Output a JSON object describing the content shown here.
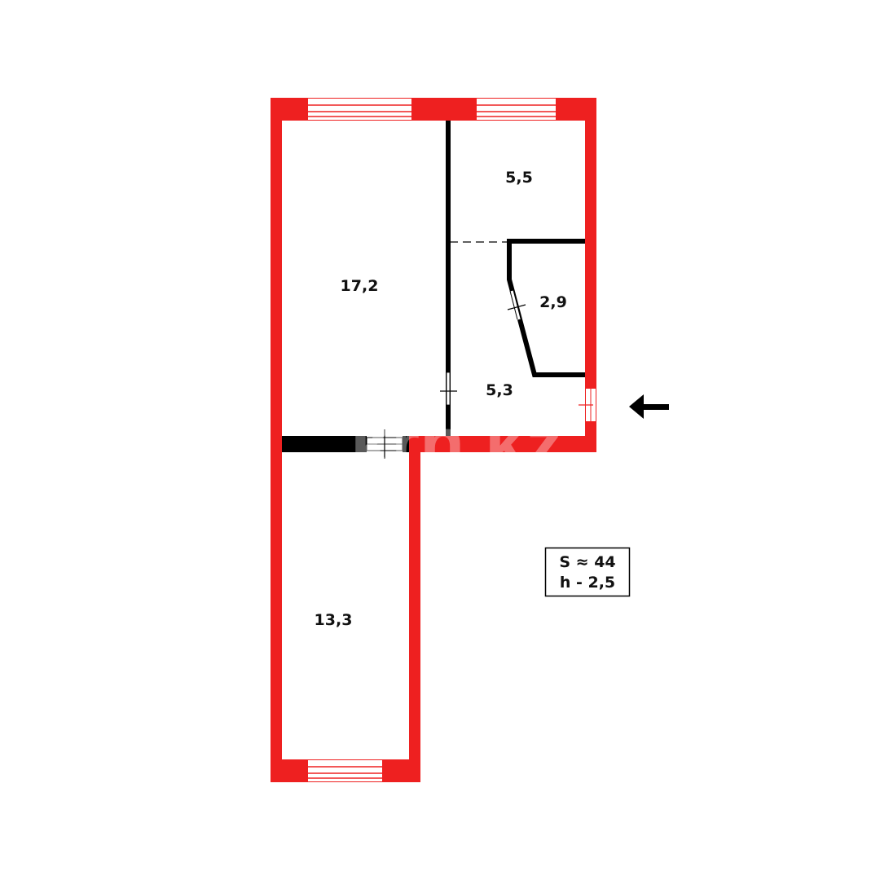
{
  "rooms": [
    {
      "id": "room-living",
      "area": "17,2"
    },
    {
      "id": "room-kitchen",
      "area": "5,5"
    },
    {
      "id": "room-bathroom",
      "area": "2,9"
    },
    {
      "id": "room-hall",
      "area": "5,3"
    },
    {
      "id": "room-bedroom",
      "area": "13,3"
    }
  ],
  "summary": {
    "total_area": "S ≈ 44",
    "ceiling_height": "h - 2,5"
  },
  "watermark": "krn.kz",
  "colors": {
    "exterior_wall": "#ee2020",
    "interior_wall": "#000000"
  },
  "icons": {
    "entrance": "arrow-left-icon"
  }
}
